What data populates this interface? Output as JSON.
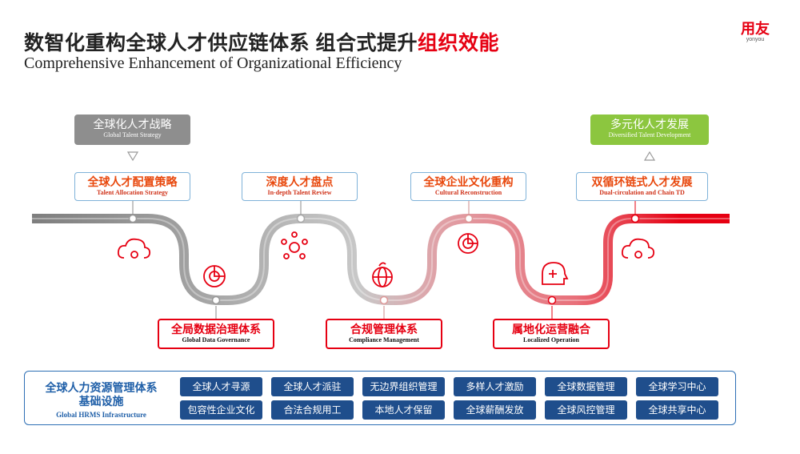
{
  "header": {
    "title_prefix": "数智化重构全球人才供应链体系 组合式提升",
    "title_highlight": "组织效能",
    "subtitle": "Comprehensive Enhancement of Organizational Efficiency"
  },
  "logo": {
    "text": "用友",
    "subtext": "yonyou"
  },
  "start_tag": {
    "cn": "全球化人才战略",
    "en": "Global Talent Strategy"
  },
  "end_tag": {
    "cn": "多元化人才发展",
    "en": "Diversified Talent Development"
  },
  "top_steps": [
    {
      "cn": "全球人才配置策略",
      "en": "Talent Allocation Strategy"
    },
    {
      "cn": "深度人才盘点",
      "en": "In-depth Talent Review"
    },
    {
      "cn": "全球企业文化重构",
      "en": "Cultural Reconstruction"
    },
    {
      "cn": "双循环链式人才发展",
      "en": "Dual-circulation and Chain TD"
    }
  ],
  "bottom_steps": [
    {
      "cn": "全局数据治理体系",
      "en": "Global Data Governance"
    },
    {
      "cn": "合规管理体系",
      "en": "Compliance Management"
    },
    {
      "cn": "属地化运营融合",
      "en": "Localized Operation"
    }
  ],
  "infrastructure": {
    "title_line1": "全球人力资源管理体系",
    "title_line2": "基础设施",
    "title_en": "Global HRMS Infrastructure",
    "row1": [
      "全球人才寻源",
      "全球人才派驻",
      "无边界组织管理",
      "多样人才激励",
      "全球数据管理",
      "全球学习中心"
    ],
    "row2": [
      "包容性企业文化",
      "合法合规用工",
      "本地人才保留",
      "全球薪酬发放",
      "全球风控管理",
      "全球共享中心"
    ]
  },
  "colors": {
    "accent": "#e60012",
    "blue": "#1f4e8c",
    "road_gray": "#888888",
    "green": "#8cc63f"
  }
}
